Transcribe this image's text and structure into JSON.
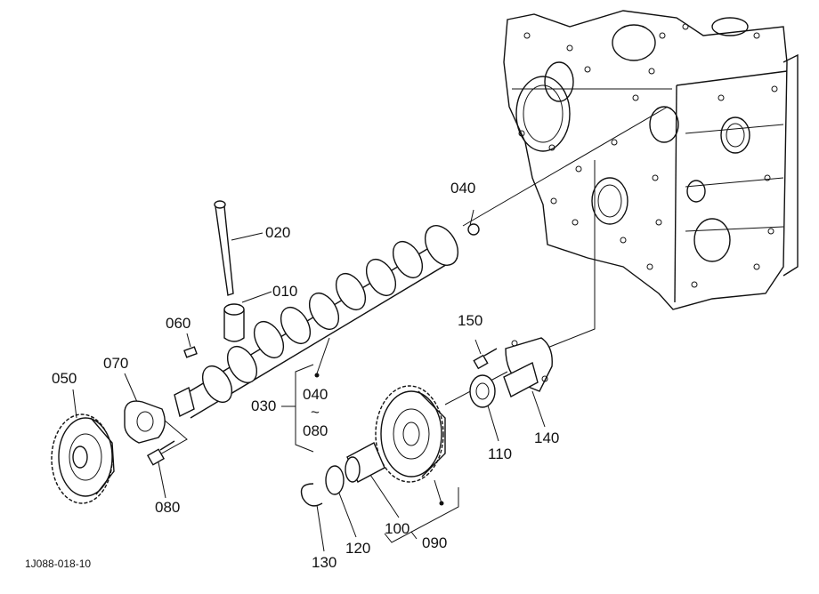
{
  "diagram": {
    "reference_code": "1J088-018-10",
    "callouts": [
      {
        "id": "010",
        "label": "010"
      },
      {
        "id": "020",
        "label": "020"
      },
      {
        "id": "030",
        "label": "030"
      },
      {
        "id": "040",
        "label": "040"
      },
      {
        "id": "040b",
        "label": "040"
      },
      {
        "id": "tilde",
        "label": "~"
      },
      {
        "id": "080b",
        "label": "080"
      },
      {
        "id": "050",
        "label": "050"
      },
      {
        "id": "060",
        "label": "060"
      },
      {
        "id": "070",
        "label": "070"
      },
      {
        "id": "080",
        "label": "080"
      },
      {
        "id": "090",
        "label": "090"
      },
      {
        "id": "100",
        "label": "100"
      },
      {
        "id": "110",
        "label": "110"
      },
      {
        "id": "120",
        "label": "120"
      },
      {
        "id": "130",
        "label": "130"
      },
      {
        "id": "140",
        "label": "140"
      },
      {
        "id": "150",
        "label": "150"
      }
    ]
  }
}
